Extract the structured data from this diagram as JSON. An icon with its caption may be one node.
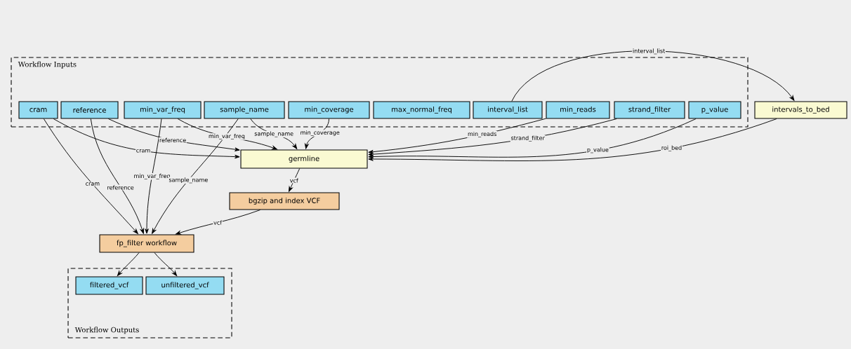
{
  "diagram": {
    "nodes": [
      {
        "text": [
          "Workflow Inputs"
        ]
      },
      {
        "text": [
          "cram"
        ],
        "in": 0
      },
      {
        "text": [
          "reference"
        ],
        "in": 0
      },
      {
        "text": [
          "min_var_freq"
        ],
        "in": 0
      },
      {
        "text": [
          "sample_name"
        ],
        "in": 0
      },
      {
        "text": [
          "min_coverage"
        ],
        "in": 0
      },
      {
        "text": [
          "max_normal_freq"
        ],
        "in": 0
      },
      {
        "text": [
          "interval_list"
        ],
        "in": 0
      },
      {
        "text": [
          "min_reads"
        ],
        "in": 0
      },
      {
        "text": [
          "strand_filter"
        ],
        "in": 0
      },
      {
        "text": [
          "p_value"
        ],
        "in": 0
      },
      {
        "text": [
          "intervals_to_bed"
        ]
      },
      {
        "text": [
          "germline"
        ]
      },
      {
        "text": [
          "bgzip and index VCF"
        ]
      },
      {
        "text": [
          "fp_filter workflow"
        ]
      },
      {
        "text": [
          "Workflow Outputs"
        ]
      },
      {
        "text": [
          "filtered_vcf"
        ],
        "in": 15
      },
      {
        "text": [
          "unfiltered_vcf"
        ],
        "in": 15
      }
    ],
    "edges": [
      {
        "from": 1,
        "to": 12,
        "arrow": "to",
        "label": "cram"
      },
      {
        "from": 2,
        "to": 12,
        "arrow": "to",
        "label": "reference"
      },
      {
        "from": 3,
        "to": 12,
        "arrow": "to",
        "label": "min_var_freq"
      },
      {
        "from": 4,
        "to": 12,
        "arrow": "to",
        "label": "sample_name"
      },
      {
        "from": 5,
        "to": 12,
        "arrow": "to",
        "label": "min_coverage"
      },
      {
        "from": 8,
        "to": 12,
        "arrow": "to",
        "label": "min_reads"
      },
      {
        "from": 9,
        "to": 12,
        "arrow": "to",
        "label": "strand_filter"
      },
      {
        "from": 10,
        "to": 12,
        "arrow": "to",
        "label": "p_value"
      },
      {
        "from": 11,
        "to": 12,
        "arrow": "to",
        "label": "roi_bed"
      },
      {
        "from": 7,
        "to": 11,
        "arrow": "to",
        "label": "interval_list"
      },
      {
        "from": 12,
        "to": 13,
        "arrow": "to",
        "label": "vcf"
      },
      {
        "from": 1,
        "to": 14,
        "arrow": "to",
        "label": "cram"
      },
      {
        "from": 2,
        "to": 14,
        "arrow": "to",
        "label": "reference"
      },
      {
        "from": 3,
        "to": 14,
        "arrow": "to",
        "label": "min_var_freq"
      },
      {
        "from": 4,
        "to": 14,
        "arrow": "to",
        "label": "sample_name"
      },
      {
        "from": 13,
        "to": 14,
        "arrow": "to",
        "label": "vcf"
      },
      {
        "from": 14,
        "to": 16,
        "arrow": "to"
      },
      {
        "from": 14,
        "to": 17,
        "arrow": "to"
      }
    ]
  }
}
